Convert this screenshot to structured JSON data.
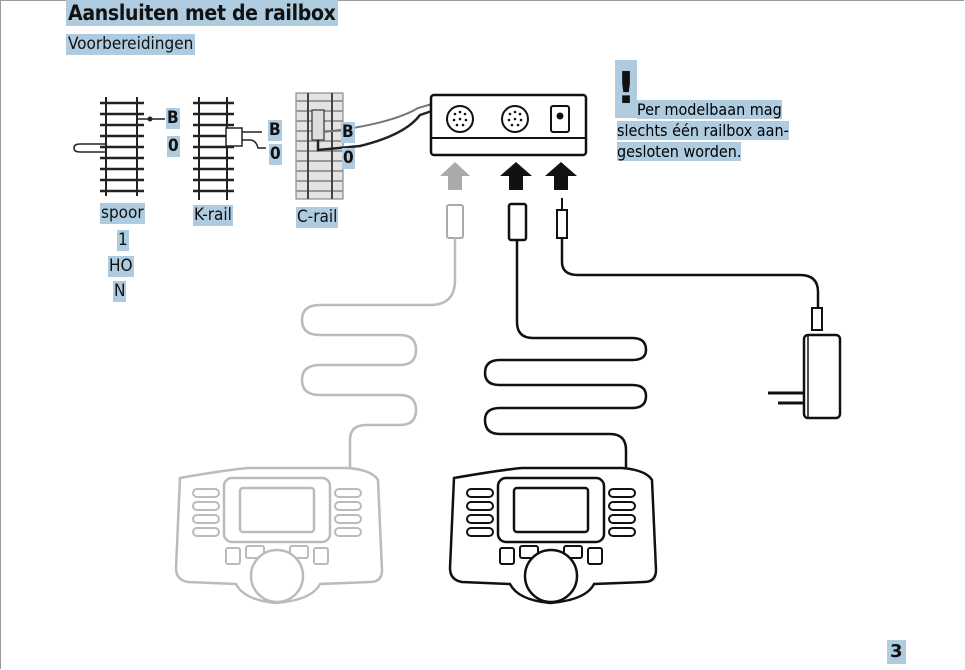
{
  "heading": "Aansluiten met de railbox",
  "subheading": "Voorbereidingen",
  "track_labels": {
    "spoor": "spoor",
    "spoor_1": "1",
    "spoor_ho": "HO",
    "spoor_n": "N",
    "krail": "K-rail",
    "crail": "C-rail",
    "b": "B",
    "zero": "0"
  },
  "note": {
    "mark": "!",
    "line1": "Per modelbaan mag",
    "line2": "slechts één railbox aan-",
    "line3": "gesloten worden."
  },
  "page_number": "3",
  "colors": {
    "highlight": "#aecbe0",
    "ink": "#111111",
    "faded": "#b5b5b5",
    "arrow_faded": "#aaaaaa"
  }
}
